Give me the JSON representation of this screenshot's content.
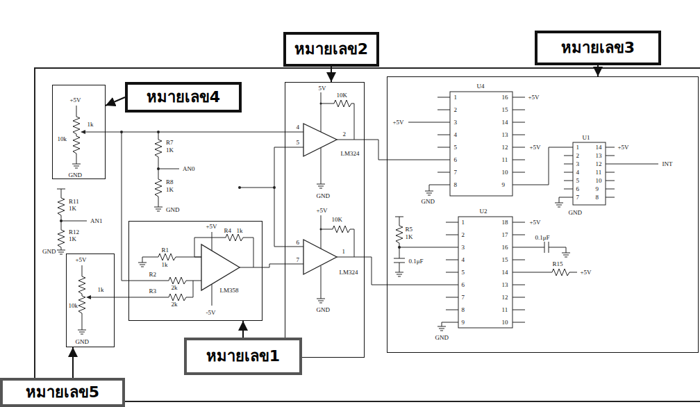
{
  "diagram": {
    "nodes": [
      {
        "text": [
          "หมายเลข2"
        ]
      },
      {
        "text": [
          "หมายเลข3"
        ]
      },
      {
        "text": [
          "หมายเลข4"
        ]
      },
      {
        "text": [
          "+5V",
          "1k",
          "10k",
          "GND"
        ]
      },
      {
        "text": [
          "5V",
          "10K",
          "2",
          "4",
          "5",
          "LM324",
          "GND",
          "+5V",
          "10K",
          "6",
          "7",
          "1",
          "LM324",
          "GND"
        ]
      },
      {
        "text": [
          "U4",
          "1",
          "2",
          "3",
          "4",
          "5",
          "6",
          "7",
          "8",
          "16",
          "15",
          "14",
          "13",
          "12",
          "11",
          "10",
          "9",
          "+5V",
          "+5V",
          "+5V",
          "GND",
          "U1",
          "1",
          "2",
          "3",
          "4",
          "5",
          "6",
          "7",
          "14",
          "13",
          "12",
          "11",
          "10",
          "9",
          "8",
          "+5V",
          "INT",
          "GND",
          "U2",
          "1",
          "2",
          "3",
          "4",
          "5",
          "6",
          "7",
          "8",
          "9",
          "18",
          "17",
          "16",
          "15",
          "14",
          "13",
          "12",
          "11",
          "10",
          "+5V",
          "R15",
          "+5V",
          "0.1μF",
          "R5",
          "1K",
          "0.1μF",
          "GND"
        ]
      },
      {
        "text": [
          "+5V",
          "R4",
          "1k",
          "R1",
          "1k",
          "R2",
          "2k",
          "R3",
          "2k",
          "LM358",
          "-5V"
        ]
      },
      {
        "text": [
          "+5V",
          "1k",
          "10k",
          "GND"
        ]
      },
      {
        "text": [
          "หมายเลข1"
        ]
      },
      {
        "text": [
          "หมายเลข5"
        ]
      }
    ],
    "edges": [
      {
        "from": 0,
        "to": 4,
        "arrow": "to"
      },
      {
        "from": 1,
        "to": 5,
        "arrow": "to"
      },
      {
        "from": 2,
        "to": 3,
        "arrow": "to"
      },
      {
        "from": 8,
        "to": 6,
        "arrow": "to"
      },
      {
        "from": 9,
        "to": 7,
        "arrow": "to"
      }
    ],
    "labels": [
      "R7",
      "1K",
      "AN0",
      "R8",
      "1K",
      "GND",
      "R11",
      "1K",
      "AN1",
      "R12",
      "1K",
      "GND"
    ]
  }
}
